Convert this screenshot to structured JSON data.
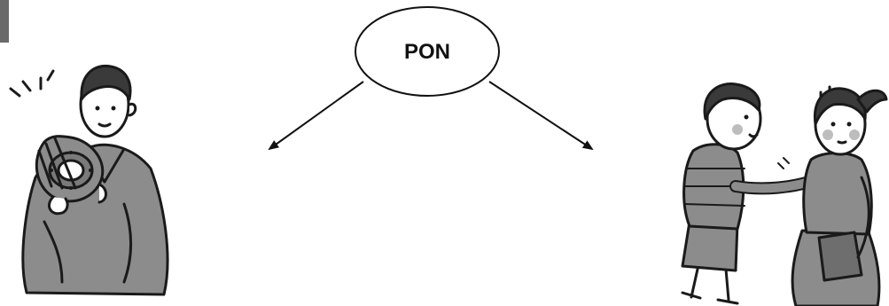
{
  "diagram": {
    "center_label": "PON"
  },
  "figures": {
    "left": "person-in-hanbok-holding-drum-illustration",
    "right": "boy-tapping-girl-on-shoulder-illustration"
  },
  "colors": {
    "ink": "#111111",
    "figure_gray": "#8c8c8c",
    "figure_dark": "#3a3a3a",
    "skin": "#ffffff",
    "cheek": "#bdbdbd"
  }
}
